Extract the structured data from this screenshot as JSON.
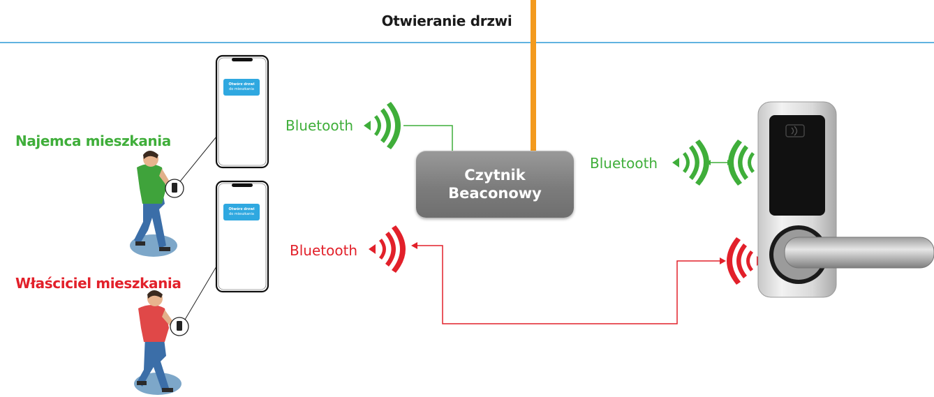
{
  "header": {
    "title": "Otwieranie drzwi"
  },
  "roles": {
    "tenant": "Najemca mieszkania",
    "owner": "Właściciel mieszkania"
  },
  "phones": [
    {
      "button_line1": "Otwórz drzwi",
      "button_line2": "do mieszkania"
    },
    {
      "button_line1": "Otwórz drzwi",
      "button_line2": "do mieszkania"
    }
  ],
  "links": {
    "tenant_bluetooth": "Bluetooth",
    "reader_lock_bluetooth": "Bluetooth",
    "owner_bluetooth": "Bluetooth"
  },
  "reader": {
    "line1": "Czytnik",
    "line2": "Beaconowy"
  },
  "colors": {
    "green": "#3fae3a",
    "red": "#e2202a",
    "orange": "#f39a1e",
    "blue_line": "#2b9ad6",
    "phone_button": "#2fa8e0"
  },
  "icons": [
    "person-icon",
    "smartphone-icon",
    "bluetooth-signal-icon",
    "door-lock-icon",
    "nfc-icon"
  ]
}
